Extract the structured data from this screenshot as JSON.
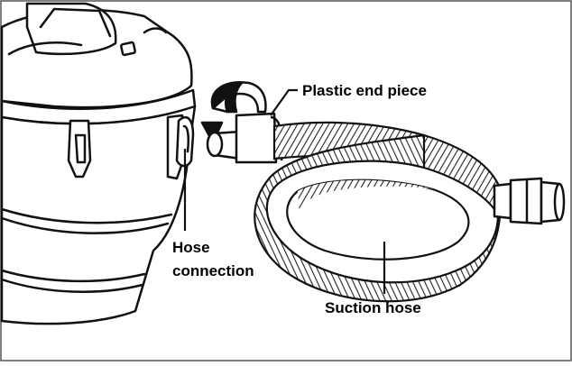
{
  "labels": {
    "end_piece": "Plastic end piece",
    "hose_connection_line1": "Hose",
    "hose_connection_line2": "connection",
    "suction_hose": "Suction hose"
  }
}
